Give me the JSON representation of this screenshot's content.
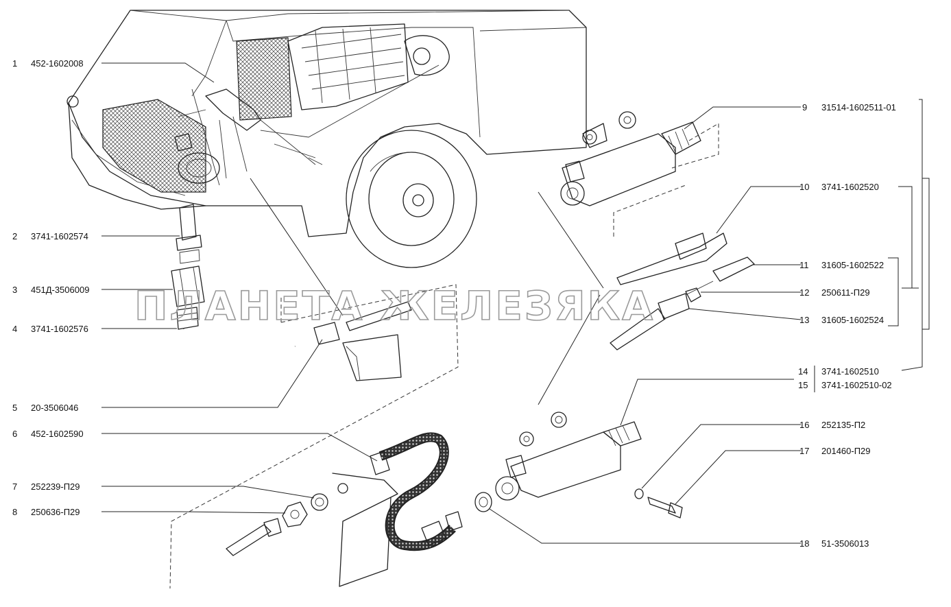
{
  "watermark": "ПЛАНЕТА ЖЕЛЕЗЯКА",
  "parts": [
    {
      "num": "1",
      "code": "452-1602008"
    },
    {
      "num": "2",
      "code": "3741-1602574"
    },
    {
      "num": "3",
      "code": "451Д-3506009"
    },
    {
      "num": "4",
      "code": "3741-1602576"
    },
    {
      "num": "5",
      "code": "20-3506046"
    },
    {
      "num": "6",
      "code": "452-1602590"
    },
    {
      "num": "7",
      "code": "252239-П29"
    },
    {
      "num": "8",
      "code": "250636-П29"
    },
    {
      "num": "9",
      "code": "31514-1602511-01"
    },
    {
      "num": "10",
      "code": "3741-1602520"
    },
    {
      "num": "11",
      "code": "31605-1602522"
    },
    {
      "num": "12",
      "code": "250611-П29"
    },
    {
      "num": "13",
      "code": "31605-1602524"
    },
    {
      "num": "14",
      "code": "3741-1602510"
    },
    {
      "num": "15",
      "code": "3741-1602510-02"
    },
    {
      "num": "16",
      "code": "252135-П2"
    },
    {
      "num": "17",
      "code": "201460-П29"
    },
    {
      "num": "18",
      "code": "51-3506013"
    }
  ]
}
